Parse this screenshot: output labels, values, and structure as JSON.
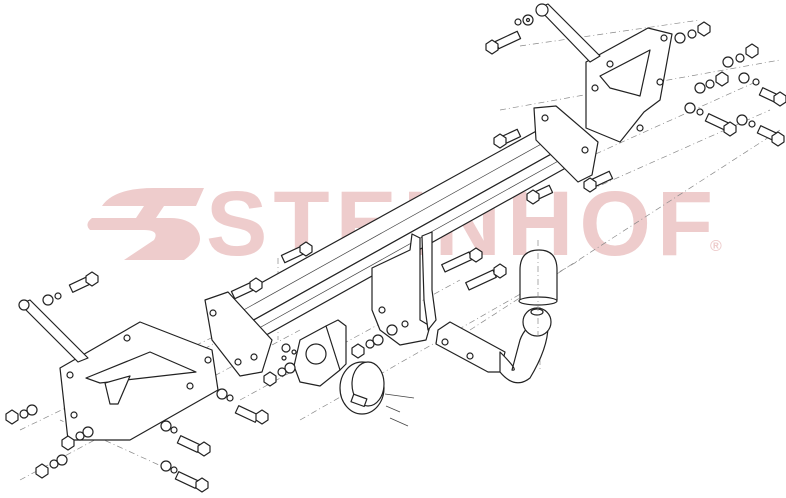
{
  "diagram": {
    "type": "exploded-assembly-drawing",
    "subject": "Detachable tow bar (towing hitch) kit",
    "components": [
      {
        "id": "crossbar",
        "label": "Main cross beam (square tube)"
      },
      {
        "id": "left-bracket",
        "label": "Left side mounting bracket with strut"
      },
      {
        "id": "right-bracket",
        "label": "Right side mounting bracket with strut"
      },
      {
        "id": "tow-ball-neck",
        "label": "Detachable ball neck with square shank"
      },
      {
        "id": "ball-cover",
        "label": "Tow ball cap"
      },
      {
        "id": "socket-plate",
        "label": "Electrical socket mounting plate"
      },
      {
        "id": "electrical-socket",
        "label": "Trailer electrical socket"
      },
      {
        "id": "receiver-plate",
        "label": "Receiver / hitch plate"
      },
      {
        "id": "fasteners",
        "label": "Bolts, washers, nuts"
      }
    ]
  },
  "watermark": {
    "brand": "STEINHOF",
    "registered_mark": "®",
    "color": "#eecccc"
  }
}
